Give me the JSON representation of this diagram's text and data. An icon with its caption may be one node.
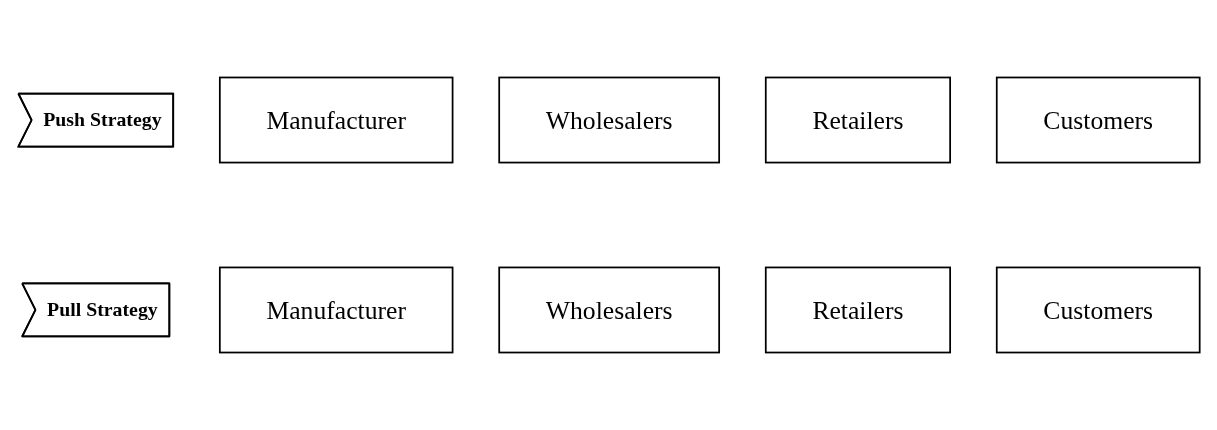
{
  "diagram": {
    "nodes": [
      {
        "text": [
          "Push Strategy"
        ]
      },
      {
        "text": [
          "Manufacturer"
        ]
      },
      {
        "text": [
          "Wholesalers"
        ]
      },
      {
        "text": [
          "Retailers"
        ]
      },
      {
        "text": [
          "Customers"
        ]
      },
      {
        "text": [
          "Pull Strategy"
        ]
      },
      {
        "text": [
          "Manufacturer"
        ]
      },
      {
        "text": [
          "Wholesalers"
        ]
      },
      {
        "text": [
          "Retailers"
        ]
      },
      {
        "text": [
          "Customers"
        ]
      }
    ]
  }
}
